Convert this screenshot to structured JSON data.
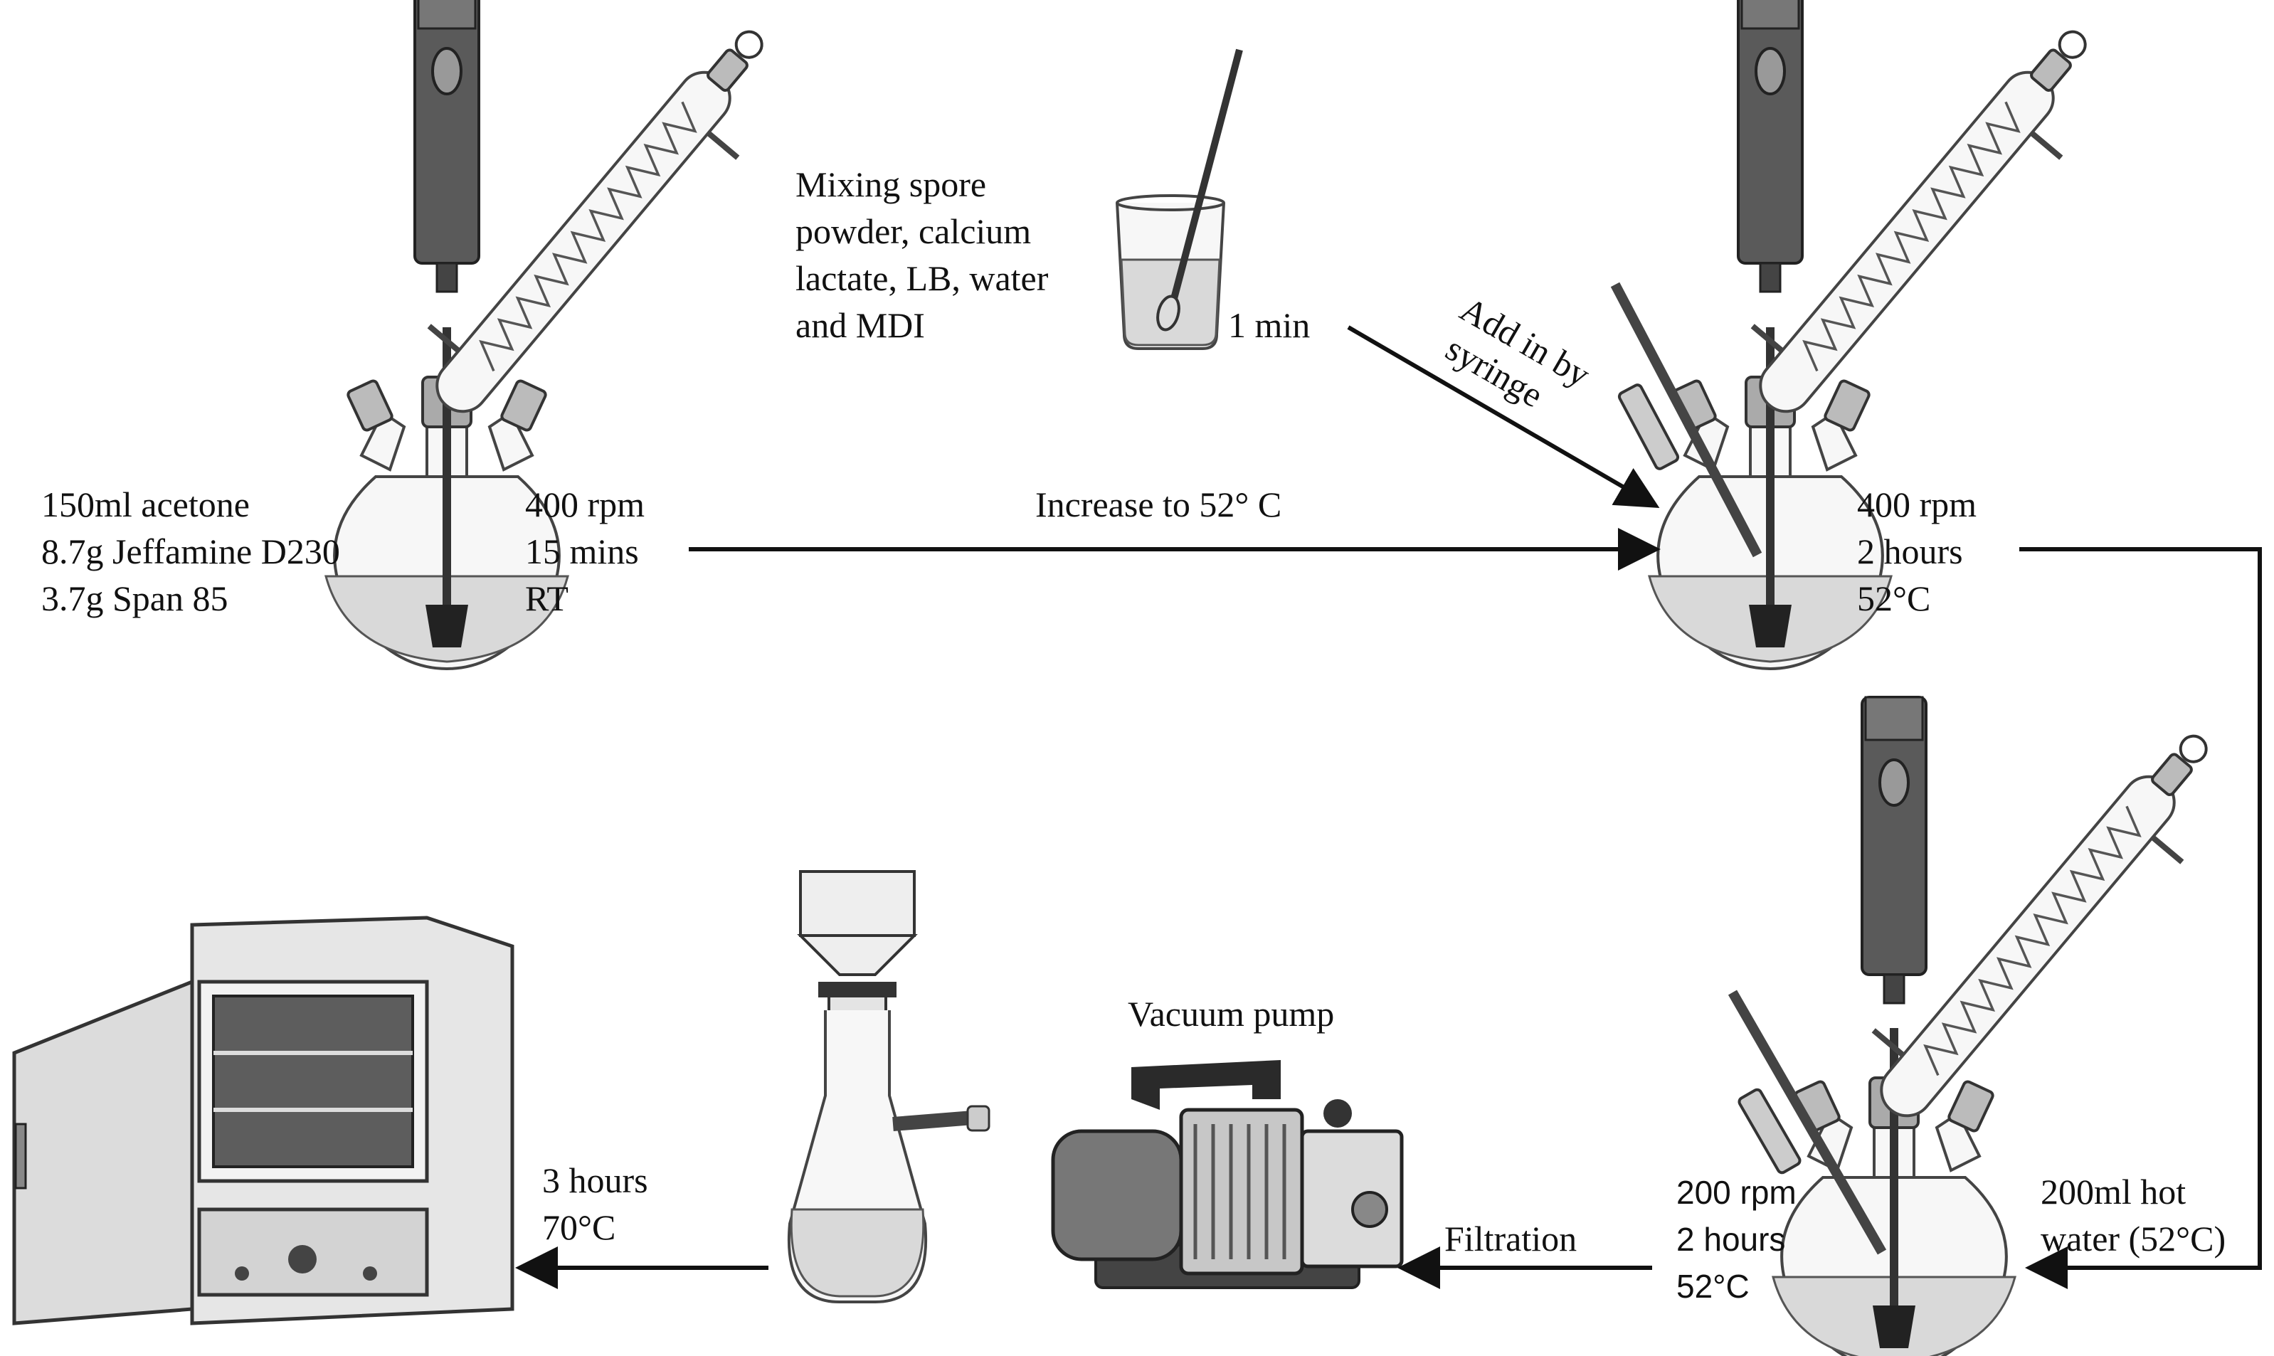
{
  "step1": {
    "reagents": [
      "150ml acetone",
      "8.7g Jeffamine D230",
      "3.7g Span 85"
    ],
    "conditions": [
      "400 rpm",
      "15 mins",
      "RT"
    ]
  },
  "mixing": {
    "lines": [
      "Mixing spore",
      "powder, calcium",
      "lactate, LB, water",
      "and MDI"
    ],
    "time": "1 min"
  },
  "syringe_label": [
    "Add in by",
    "syringe"
  ],
  "increase_label": "Increase to 52° C",
  "step2": {
    "conditions": [
      "400 rpm",
      "2 hours",
      "52°C"
    ]
  },
  "hot_water": [
    "200ml hot",
    "water (52°C)"
  ],
  "step3": {
    "conditions": [
      "200 rpm",
      "2 hours",
      "52°C"
    ]
  },
  "filtration_label": "Filtration",
  "vacuum_label": "Vacuum pump",
  "oven": {
    "conditions": [
      "3 hours",
      "70°C"
    ]
  }
}
